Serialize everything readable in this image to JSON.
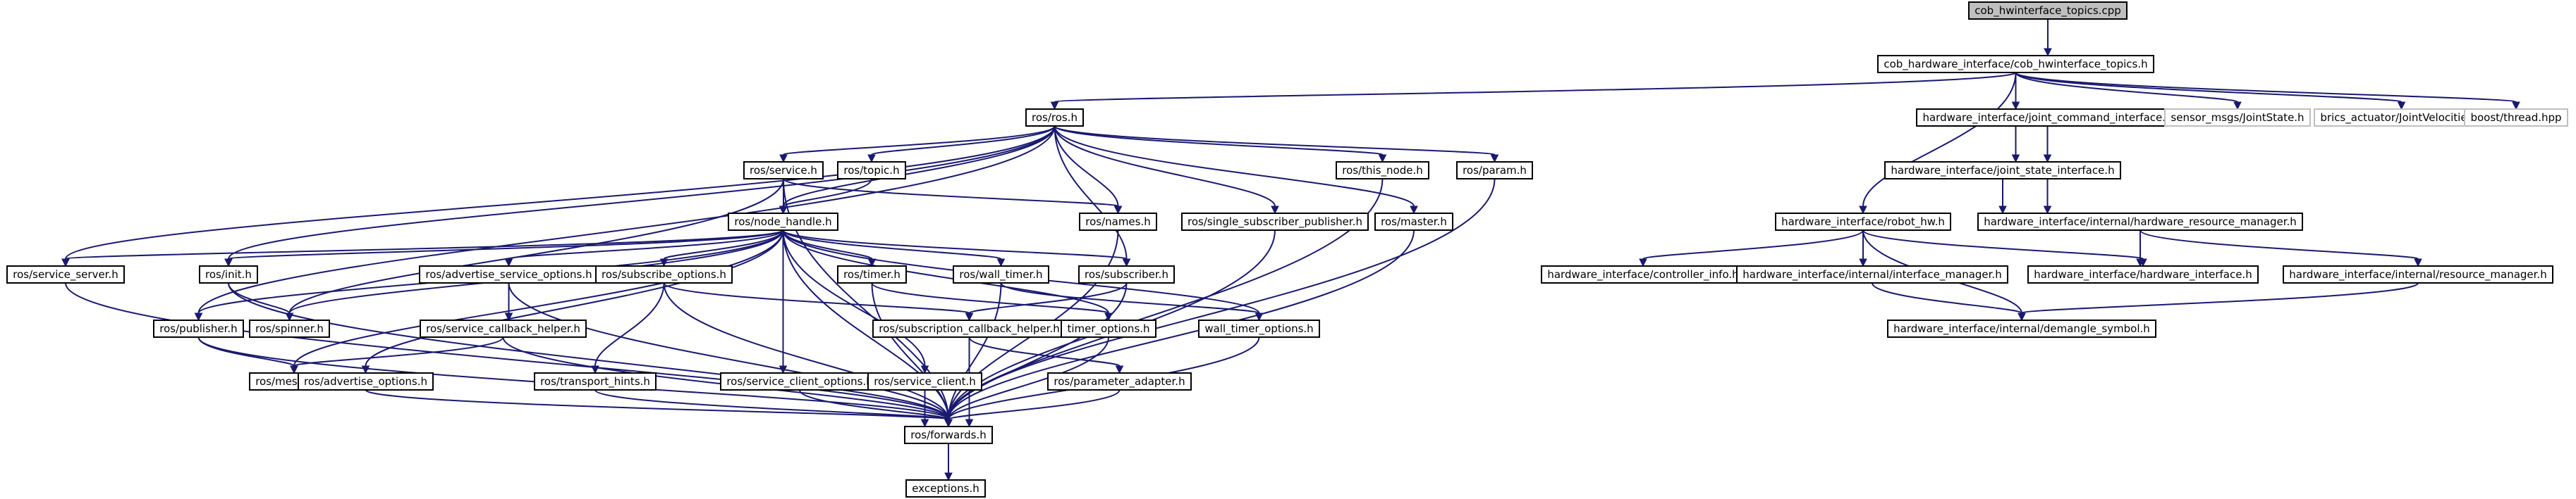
{
  "nodes": [
    {
      "id": "root",
      "label": "cob_hwinterface_topics.cpp",
      "root": true
    },
    {
      "id": "cobh",
      "label": "cob_hardware_interface/cob_hwinterface_topics.h"
    },
    {
      "id": "rosh",
      "label": "ros/ros.h"
    },
    {
      "id": "jci",
      "label": "hardware_interface/joint_command_interface.h"
    },
    {
      "id": "jsi",
      "label": "hardware_interface/joint_state_interface.h"
    },
    {
      "id": "hrm",
      "label": "hardware_interface/internal/hardware_resource_manager.h"
    },
    {
      "id": "sensor",
      "label": "sensor_msgs/JointState.h",
      "external": true
    },
    {
      "id": "brics",
      "label": "brics_actuator/JointVelocities.h",
      "external": true
    },
    {
      "id": "boost",
      "label": "boost/thread.hpp",
      "external": true
    },
    {
      "id": "robothw",
      "label": "hardware_interface/robot_hw.h"
    },
    {
      "id": "ctrlinfo",
      "label": "hardware_interface/controller_info.h"
    },
    {
      "id": "ifmgr",
      "label": "hardware_interface/internal/interface_manager.h"
    },
    {
      "id": "hwif",
      "label": "hardware_interface/hardware_interface.h"
    },
    {
      "id": "resmgr",
      "label": "hardware_interface/internal/resource_manager.h"
    },
    {
      "id": "demangle",
      "label": "hardware_interface/internal/demangle_symbol.h"
    },
    {
      "id": "service",
      "label": "ros/service.h"
    },
    {
      "id": "topic",
      "label": "ros/topic.h"
    },
    {
      "id": "nodeh",
      "label": "ros/node_handle.h"
    },
    {
      "id": "names",
      "label": "ros/names.h"
    },
    {
      "id": "thisnode",
      "label": "ros/this_node.h"
    },
    {
      "id": "param",
      "label": "ros/param.h"
    },
    {
      "id": "ssp",
      "label": "ros/single_subscriber_publisher.h"
    },
    {
      "id": "master",
      "label": "ros/master.h"
    },
    {
      "id": "srvserver",
      "label": "ros/service_server.h"
    },
    {
      "id": "init",
      "label": "ros/init.h"
    },
    {
      "id": "aso",
      "label": "ros/advertise_service_options.h"
    },
    {
      "id": "subopt",
      "label": "ros/subscribe_options.h"
    },
    {
      "id": "timer",
      "label": "ros/timer.h"
    },
    {
      "id": "walltimer",
      "label": "ros/wall_timer.h"
    },
    {
      "id": "subscriber",
      "label": "ros/subscriber.h"
    },
    {
      "id": "publisher",
      "label": "ros/publisher.h"
    },
    {
      "id": "spinner",
      "label": "ros/spinner.h"
    },
    {
      "id": "sch",
      "label": "ros/service_callback_helper.h"
    },
    {
      "id": "subcb",
      "label": "ros/subscription_callback_helper.h"
    },
    {
      "id": "timeropt",
      "label": "timer_options.h"
    },
    {
      "id": "wto",
      "label": "wall_timer_options.h"
    },
    {
      "id": "message",
      "label": "ros/message.h"
    },
    {
      "id": "advopt",
      "label": "ros/advertise_options.h"
    },
    {
      "id": "th",
      "label": "ros/transport_hints.h"
    },
    {
      "id": "sco",
      "label": "ros/service_client_options.h"
    },
    {
      "id": "sclient",
      "label": "ros/service_client.h"
    },
    {
      "id": "padapter",
      "label": "ros/parameter_adapter.h"
    },
    {
      "id": "forwards",
      "label": "ros/forwards.h"
    },
    {
      "id": "exceptions",
      "label": "exceptions.h"
    }
  ],
  "edges": [
    [
      "root",
      "cobh"
    ],
    [
      "cobh",
      "rosh"
    ],
    [
      "cobh",
      "jci"
    ],
    [
      "cobh",
      "jsi"
    ],
    [
      "cobh",
      "sensor"
    ],
    [
      "cobh",
      "brics"
    ],
    [
      "cobh",
      "boost"
    ],
    [
      "cobh",
      "robothw"
    ],
    [
      "jci",
      "jsi"
    ],
    [
      "jci",
      "hrm"
    ],
    [
      "jsi",
      "hrm"
    ],
    [
      "hrm",
      "hwif"
    ],
    [
      "hrm",
      "resmgr"
    ],
    [
      "robothw",
      "ctrlinfo"
    ],
    [
      "robothw",
      "ifmgr"
    ],
    [
      "robothw",
      "hwif"
    ],
    [
      "robothw",
      "demangle"
    ],
    [
      "ifmgr",
      "demangle"
    ],
    [
      "resmgr",
      "demangle"
    ],
    [
      "rosh",
      "srvserver"
    ],
    [
      "rosh",
      "init"
    ],
    [
      "rosh",
      "publisher"
    ],
    [
      "rosh",
      "service"
    ],
    [
      "rosh",
      "topic"
    ],
    [
      "rosh",
      "nodeh"
    ],
    [
      "rosh",
      "names"
    ],
    [
      "rosh",
      "subscriber"
    ],
    [
      "rosh",
      "ssp"
    ],
    [
      "rosh",
      "thisnode"
    ],
    [
      "rosh",
      "master"
    ],
    [
      "rosh",
      "param"
    ],
    [
      "service",
      "forwards"
    ],
    [
      "service",
      "nodeh"
    ],
    [
      "service",
      "names"
    ],
    [
      "service",
      "spinner"
    ],
    [
      "topic",
      "nodeh"
    ],
    [
      "nodeh",
      "srvserver"
    ],
    [
      "nodeh",
      "init"
    ],
    [
      "nodeh",
      "publisher"
    ],
    [
      "nodeh",
      "spinner"
    ],
    [
      "nodeh",
      "message"
    ],
    [
      "nodeh",
      "advopt"
    ],
    [
      "nodeh",
      "aso"
    ],
    [
      "nodeh",
      "subopt"
    ],
    [
      "nodeh",
      "timer"
    ],
    [
      "nodeh",
      "walltimer"
    ],
    [
      "nodeh",
      "subscriber"
    ],
    [
      "nodeh",
      "sco"
    ],
    [
      "nodeh",
      "sclient"
    ],
    [
      "nodeh",
      "forwards"
    ],
    [
      "nodeh",
      "wto"
    ],
    [
      "nodeh",
      "timeropt"
    ],
    [
      "thisnode",
      "forwards"
    ],
    [
      "param",
      "forwards"
    ],
    [
      "ssp",
      "forwards"
    ],
    [
      "names",
      "forwards"
    ],
    [
      "master",
      "forwards"
    ],
    [
      "srvserver",
      "forwards"
    ],
    [
      "init",
      "forwards"
    ],
    [
      "init",
      "spinner"
    ],
    [
      "publisher",
      "message"
    ],
    [
      "publisher",
      "forwards"
    ],
    [
      "aso",
      "sch"
    ],
    [
      "aso",
      "forwards"
    ],
    [
      "sch",
      "message"
    ],
    [
      "sch",
      "forwards"
    ],
    [
      "subopt",
      "subcb"
    ],
    [
      "subopt",
      "th"
    ],
    [
      "subopt",
      "forwards"
    ],
    [
      "timer",
      "forwards"
    ],
    [
      "timer",
      "timeropt"
    ],
    [
      "walltimer",
      "forwards"
    ],
    [
      "walltimer",
      "wto"
    ],
    [
      "subscriber",
      "subcb"
    ],
    [
      "subscriber",
      "forwards"
    ],
    [
      "subcb",
      "forwards"
    ],
    [
      "subcb",
      "padapter"
    ],
    [
      "timeropt",
      "forwards"
    ],
    [
      "wto",
      "forwards"
    ],
    [
      "advopt",
      "forwards"
    ],
    [
      "th",
      "forwards"
    ],
    [
      "sco",
      "forwards"
    ],
    [
      "sclient",
      "forwards"
    ],
    [
      "padapter",
      "forwards"
    ],
    [
      "forwards",
      "exceptions"
    ]
  ]
}
